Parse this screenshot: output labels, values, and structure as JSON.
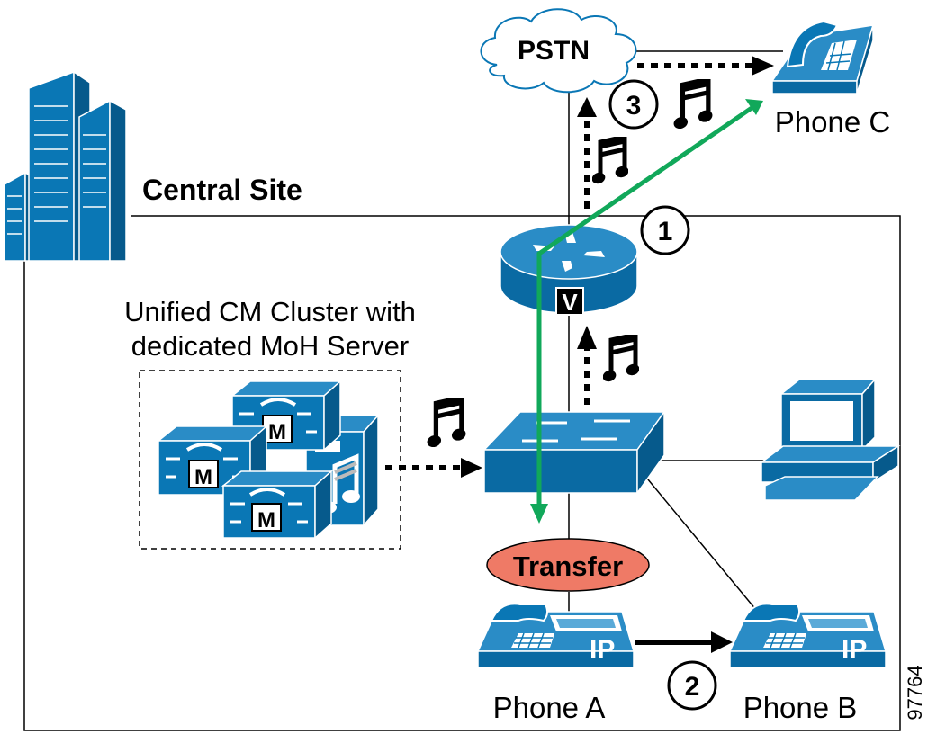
{
  "site": {
    "title": "Central Site"
  },
  "cluster": {
    "label_line1": "Unified CM Cluster with",
    "label_line2": "dedicated MoH Server",
    "server_badge": "M"
  },
  "pstn": {
    "label": "PSTN"
  },
  "router": {
    "badge": "V"
  },
  "transfer": {
    "label": "Transfer"
  },
  "phones": {
    "a": {
      "label": "Phone A",
      "badge": "IP"
    },
    "b": {
      "label": "Phone B",
      "badge": "IP"
    },
    "c": {
      "label": "Phone C"
    }
  },
  "steps": [
    "1",
    "2",
    "3"
  ],
  "figure_id": "97764",
  "icons": [
    "building-icon",
    "cloud-icon",
    "router-icon",
    "switch-icon",
    "pc-icon",
    "ip-phone-icon",
    "phone-icon",
    "moh-server-icon",
    "music-note-icon"
  ],
  "colors": {
    "cisco_blue": "#0a77b5",
    "signal_green": "#11a85a",
    "transfer_fill": "#ef7a66"
  }
}
